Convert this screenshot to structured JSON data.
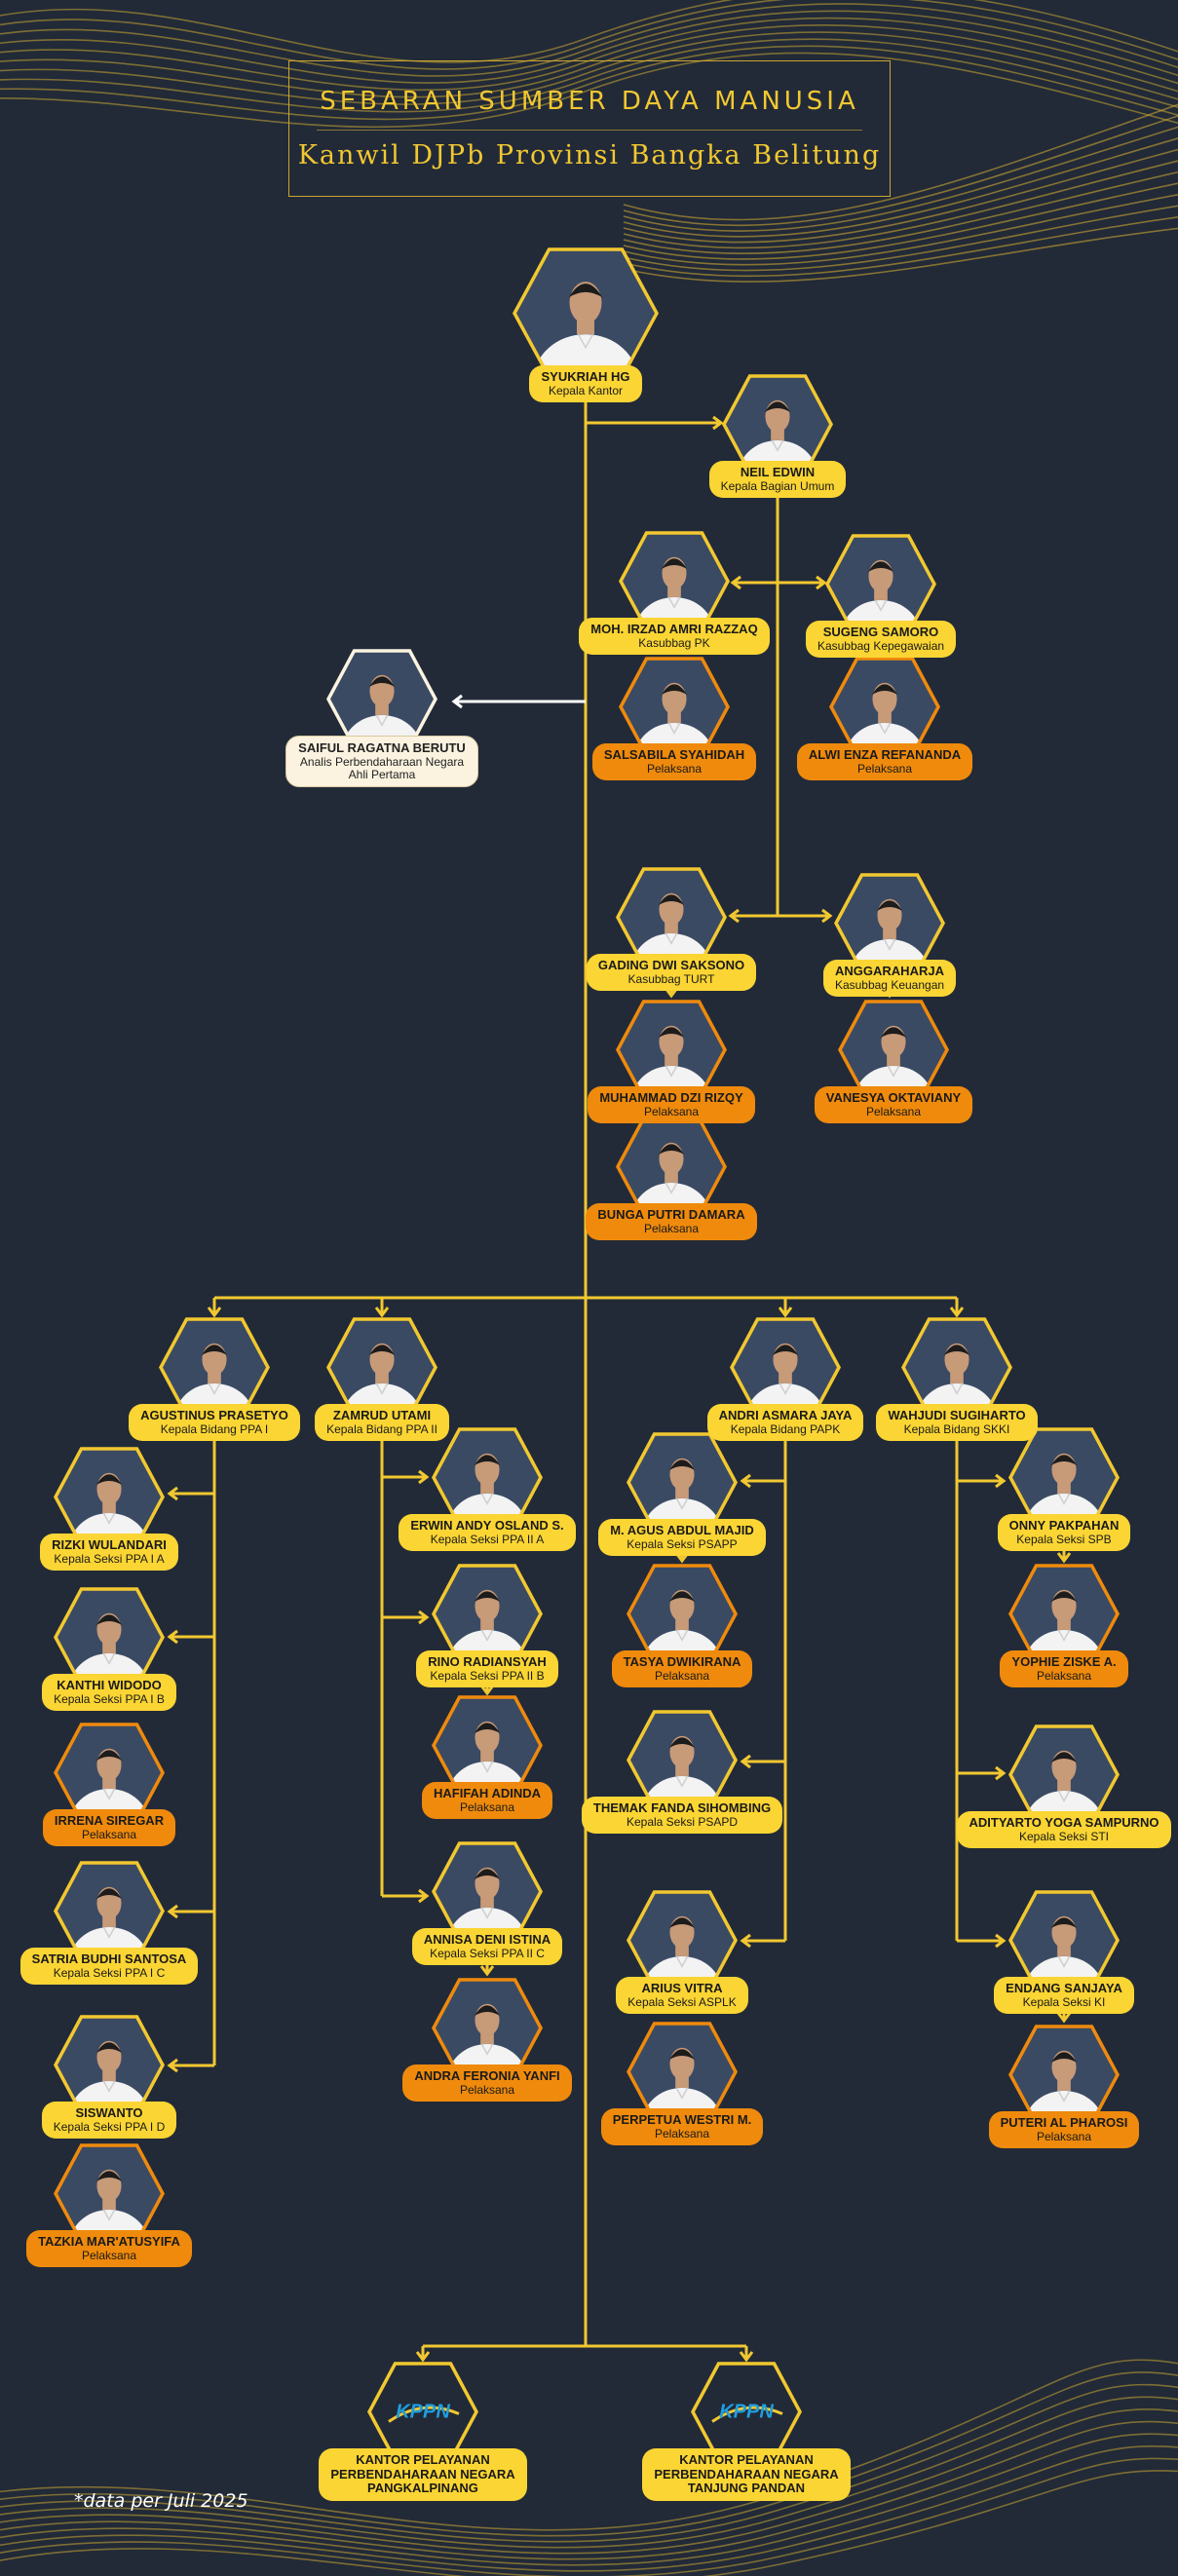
{
  "header": {
    "title": "SEBARAN SUMBER DAYA MANUSIA",
    "subtitle": "Kanwil DJPb Provinsi Bangka Belitung"
  },
  "colors": {
    "background": "#222a38",
    "accent": "#f2c830",
    "label_yellow": "#fbd533",
    "label_orange": "#ef8a0c",
    "label_cream": "#fbf3e0",
    "line": "#f2c830"
  },
  "nodes": {
    "head": {
      "name": "SYUKRIAH HG",
      "role": "Kepala Kantor"
    },
    "umum": {
      "name": "NEIL EDWIN",
      "role": "Kepala Bagian Umum"
    },
    "pk": {
      "name": "MOH. IRZAD AMRI RAZZAQ",
      "role": "Kasubbag PK"
    },
    "kepeg": {
      "name": "SUGENG SAMORO",
      "role": "Kasubbag Kepegawaian"
    },
    "pk_staff": {
      "name": "SALSABILA SYAHIDAH",
      "role": "Pelaksana"
    },
    "kepeg_staff": {
      "name": "ALWI ENZA REFANANDA",
      "role": "Pelaksana"
    },
    "analis": {
      "name": "SAIFUL RAGATNA BERUTU",
      "role": "Analis Perbendaharaan Negara",
      "role2": "Ahli Pertama"
    },
    "turt": {
      "name": "GADING DWI SAKSONO",
      "role": "Kasubbag TURT"
    },
    "keu": {
      "name": "ANGGARAHARJA",
      "role": "Kasubbag Keuangan"
    },
    "turt_staff1": {
      "name": "MUHAMMAD DZI RIZQY",
      "role": "Pelaksana"
    },
    "turt_staff2": {
      "name": "BUNGA PUTRI DAMARA",
      "role": "Pelaksana"
    },
    "keu_staff": {
      "name": "VANESYA OKTAVIANY",
      "role": "Pelaksana"
    },
    "ppa1": {
      "name": "AGUSTINUS PRASETYO",
      "role": "Kepala Bidang PPA I"
    },
    "ppa2": {
      "name": "ZAMRUD UTAMI",
      "role": "Kepala Bidang PPA II"
    },
    "papk": {
      "name": "ANDRI ASMARA JAYA",
      "role": "Kepala Bidang PAPK"
    },
    "skki": {
      "name": "WAHJUDI SUGIHARTO",
      "role": "Kepala Bidang SKKI"
    },
    "ppa1a": {
      "name": "RIZKI WULANDARI",
      "role": "Kepala Seksi PPA I A"
    },
    "ppa1b": {
      "name": "KANTHI WIDODO",
      "role": "Kepala Seksi PPA I B"
    },
    "ppa1b_staff": {
      "name": "IRRENA SIREGAR",
      "role": "Pelaksana"
    },
    "ppa1c": {
      "name": "SATRIA BUDHI SANTOSA",
      "role": "Kepala Seksi PPA I C"
    },
    "ppa1d": {
      "name": "SISWANTO",
      "role": "Kepala Seksi PPA I D"
    },
    "ppa1d_staff": {
      "name": "TAZKIA MAR'ATUSYIFA",
      "role": "Pelaksana"
    },
    "ppa2a": {
      "name": "ERWIN ANDY OSLAND S.",
      "role": "Kepala Seksi PPA II A"
    },
    "ppa2b": {
      "name": "RINO RADIANSYAH",
      "role": "Kepala Seksi PPA II B"
    },
    "ppa2b_staff": {
      "name": "HAFIFAH ADINDA",
      "role": "Pelaksana"
    },
    "ppa2c": {
      "name": "ANNISA DENI ISTINA",
      "role": "Kepala Seksi PPA II C"
    },
    "ppa2c_staff": {
      "name": "ANDRA FERONIA YANFI",
      "role": "Pelaksana"
    },
    "psapp": {
      "name": "M. AGUS ABDUL MAJID",
      "role": "Kepala Seksi PSAPP"
    },
    "psapp_staff": {
      "name": "TASYA DWIKIRANA",
      "role": "Pelaksana"
    },
    "psapd": {
      "name": "THEMAK FANDA SIHOMBING",
      "role": "Kepala Seksi PSAPD"
    },
    "asplk": {
      "name": "ARIUS VITRA",
      "role": "Kepala Seksi ASPLK"
    },
    "asplk_staff": {
      "name": "PERPETUA WESTRI M.",
      "role": "Pelaksana"
    },
    "spb": {
      "name": "ONNY PAKPAHAN",
      "role": "Kepala Seksi SPB"
    },
    "spb_staff": {
      "name": "YOPHIE ZISKE A.",
      "role": "Pelaksana"
    },
    "sti": {
      "name": "ADITYARTO YOGA SAMPURNO",
      "role": "Kepala Seksi STI"
    },
    "ki": {
      "name": "ENDANG SANJAYA",
      "role": "Kepala Seksi KI"
    },
    "ki_staff": {
      "name": "PUTERI AL PHAROSI",
      "role": "Pelaksana"
    }
  },
  "kppn": [
    {
      "logo": "KPPN",
      "line1": "KANTOR PELAYANAN",
      "line2": "PERBENDAHARAAN NEGARA",
      "line3": "PANGKALPINANG"
    },
    {
      "logo": "KPPN",
      "line1": "KANTOR PELAYANAN",
      "line2": "PERBENDAHARAAN NEGARA",
      "line3": "TANJUNG PANDAN"
    }
  ],
  "footnote": "*data per Juli 2025"
}
